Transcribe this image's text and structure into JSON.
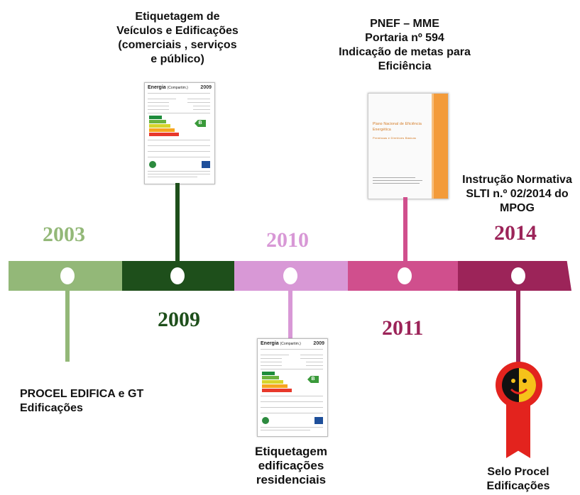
{
  "timeline": {
    "segments": [
      {
        "color": "#93b878"
      },
      {
        "color": "#1e4f1b"
      },
      {
        "color": "#d898d6"
      },
      {
        "color": "#d04f8d"
      },
      {
        "color": "#9c2459"
      }
    ],
    "years": {
      "y2003": {
        "text": "2003",
        "color": "#93b878"
      },
      "y2009": {
        "text": "2009",
        "color": "#1e4f1b"
      },
      "y2010": {
        "text": "2010",
        "color": "#d898d6"
      },
      "y2011": {
        "text": "2011",
        "color": "#9c2459"
      },
      "y2014": {
        "text": "2014",
        "color": "#9c2459"
      }
    }
  },
  "labels": {
    "etiq_veiculos": [
      "Etiquetagem de",
      "Veículos e Edificações",
      "(comerciais , serviços",
      "e público)"
    ],
    "pnef": [
      "PNEF – MME",
      "Portaria nº 594",
      "Indicação de metas para",
      "Eficiência"
    ],
    "instrucao": [
      "Instrução Normativa",
      "SLTI n.º 02/2014  do",
      "MPOG"
    ],
    "procel": [
      "PROCEL EDIFICA e GT",
      "Edificações"
    ],
    "etiq_resid": [
      "Etiquetagem",
      "edificações",
      "residenciais"
    ],
    "selo": [
      "Selo Procel",
      "Edificações"
    ]
  },
  "energy_label": {
    "title": "Energia",
    "subtitle": "(Compartim.)",
    "year": "2009",
    "grade": "B"
  },
  "document": {
    "title_lines": [
      "Plano Nacional de Eficiência",
      "Energética"
    ],
    "sub": "Premissas e Diretrizes Básicas"
  },
  "seal": {
    "colors": {
      "red": "#e3231e",
      "yellow": "#f6c21a",
      "black": "#111111"
    }
  }
}
